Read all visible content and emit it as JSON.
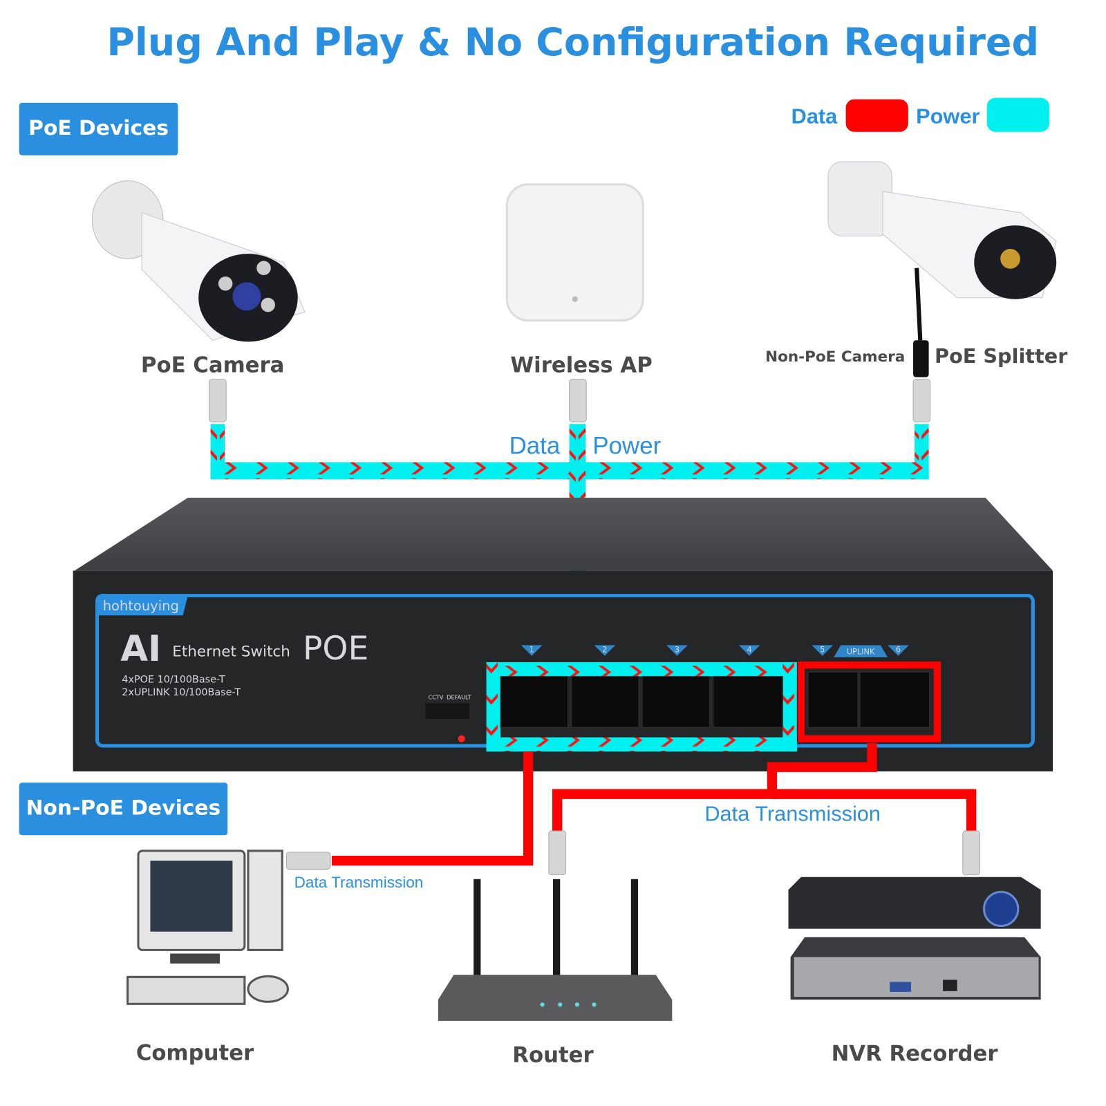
{
  "title": "Plug And Play & No Configuration Required",
  "legend": {
    "data_label": "Data",
    "power_label": "Power",
    "data_color": "#ff0000",
    "power_color": "#00f0f0"
  },
  "poe_devices": {
    "badge": "PoE Devices",
    "items": [
      {
        "label": "PoE Camera",
        "icon": "bullet-camera-icon"
      },
      {
        "label": "Wireless AP",
        "icon": "access-point-icon"
      },
      {
        "label": "Non-PoE Camera",
        "icon": "bullet-camera-icon"
      },
      {
        "label": "PoE Splitter",
        "icon": "splitter-icon"
      }
    ]
  },
  "trunk": {
    "data_label": "Data",
    "power_label": "Power"
  },
  "switch": {
    "brand": "hohtouying",
    "model_ai": "AI",
    "model_name": "Ethernet Switch",
    "model_poe": "POE",
    "spec1": "4xPOE 10/100Base-T",
    "spec2": "2xUPLINK 10/100Base-T",
    "switch_cctv": "CCTV",
    "switch_default": "DEFAULT",
    "ports": [
      "1",
      "2",
      "3",
      "4",
      "5",
      "6"
    ],
    "uplink_label": "UPLINK"
  },
  "non_poe_devices": {
    "badge": "Non-PoE Devices",
    "items": [
      {
        "label": "Computer",
        "icon": "desktop-computer-icon"
      },
      {
        "label": "Router",
        "icon": "router-icon"
      },
      {
        "label": "NVR Recorder",
        "icon": "nvr-icon"
      }
    ],
    "data_transmission_1": "Data Transmission",
    "data_transmission_2": "Data Transmission"
  },
  "colors": {
    "accent": "#2b8fe0",
    "data": "#ff0000",
    "power": "#00f0f0",
    "switch_body": "#252628"
  }
}
